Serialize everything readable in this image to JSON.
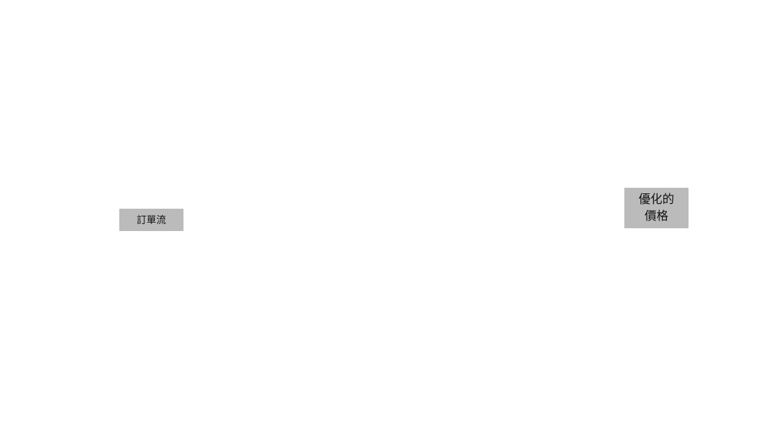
{
  "diagram": {
    "colors": {
      "background": "#ffffff",
      "node_fill": "#bbbbbb",
      "text": "#111111"
    },
    "nodes": [
      {
        "id": "order-flow",
        "lines": [
          "訂單流"
        ]
      },
      {
        "id": "optimized-price",
        "lines": [
          "優化的",
          "價格"
        ]
      }
    ]
  }
}
